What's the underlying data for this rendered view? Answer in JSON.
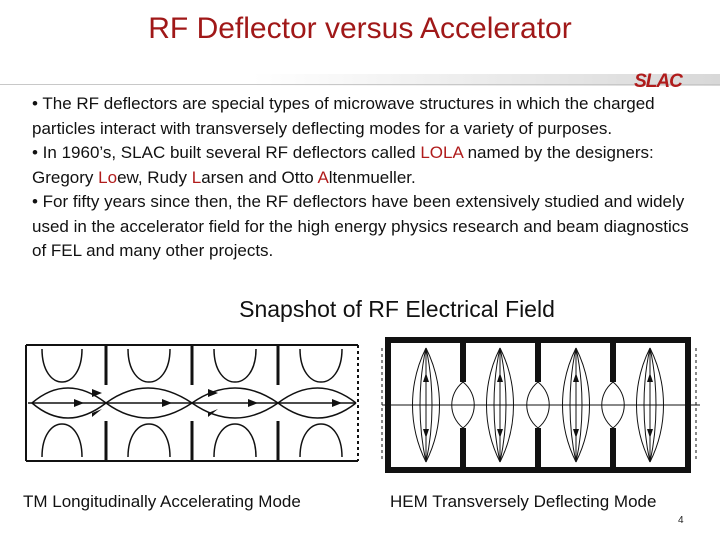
{
  "slide": {
    "title": "RF Deflector versus Accelerator",
    "logo_text": "SLAC",
    "page_number": "4",
    "bullets": [
      {
        "text": "•  The RF deflectors are special types of microwave structures in which the charged particles interact with transversely deflecting modes for a variety of purposes."
      },
      {
        "pre": "•  In 1960’s, SLAC built several RF deflectors called ",
        "lola": "LOLA",
        "mid1": " named by the designers: Gregory ",
        "lo": "Lo",
        "mid2": "ew, Rudy ",
        "l": "L",
        "mid3": "arsen and Otto ",
        "a": "A",
        "post": "ltenmueller."
      },
      {
        "text": "•  For fifty years since then, the RF deflectors have been extensively studied and widely used in the accelerator field for the high energy physics research and beam diagnostics of FEL  and many other projects."
      }
    ],
    "snapshot_title": "Snapshot of RF Electrical Field",
    "captions": {
      "left": "TM Longitudinally Accelerating Mode",
      "right": "HEM Transversely Deflecting Mode"
    },
    "colors": {
      "title": "#a01818",
      "highlight": "#b01c1c"
    }
  }
}
